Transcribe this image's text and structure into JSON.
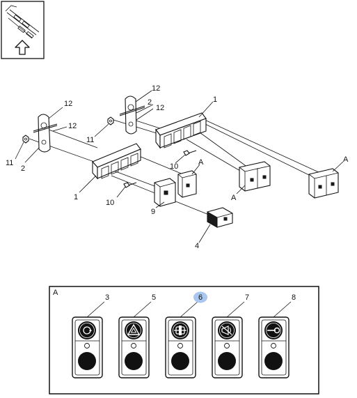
{
  "callouts": {
    "c1a": "1",
    "c1b": "1",
    "c2a": "2",
    "c2b": "2",
    "c4": "4",
    "c9": "9",
    "c10a": "10",
    "c10b": "10",
    "c11a": "11",
    "c11b": "11",
    "c12a": "12",
    "c12b": "12",
    "c12c": "12",
    "c12d": "12",
    "cAa": "A",
    "cAb": "A",
    "cAc": "A"
  },
  "detail": {
    "label": "A",
    "switches": [
      {
        "number": "3",
        "icon": "circular-arrow-icon",
        "highlighted": false
      },
      {
        "number": "5",
        "icon": "hazard-warning-icon",
        "highlighted": false
      },
      {
        "number": "6",
        "icon": "four-wheel-drive-icon",
        "highlighted": true
      },
      {
        "number": "7",
        "icon": "horn-icon",
        "highlighted": false
      },
      {
        "number": "8",
        "icon": "hitch-hook-icon",
        "highlighted": false
      }
    ]
  },
  "colors": {
    "highlight": "#a9c6ee",
    "line": "#111111"
  }
}
